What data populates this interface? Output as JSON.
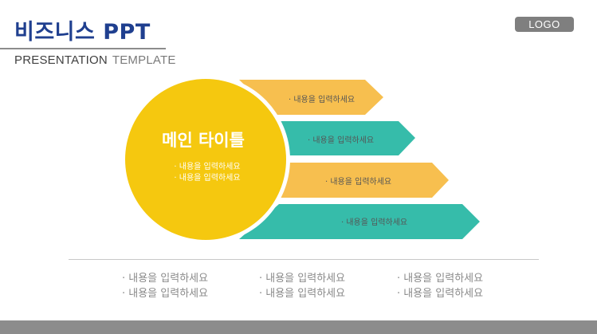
{
  "header": {
    "title": "비즈니스 PPT",
    "subtitle_main": "PRESENTATION",
    "subtitle_light": "TEMPLATE",
    "logo": "LOGO"
  },
  "circle": {
    "title": "메인 타이틀",
    "lines": [
      "· 내용을 입력하세요",
      "· 내용을 입력하세요"
    ]
  },
  "arrows": [
    {
      "label": "· 내용을 입력하세요",
      "color": "#f7bf4f"
    },
    {
      "label": "· 내용을 입력하세요",
      "color": "#36bcaa"
    },
    {
      "label": "· 내용을 입력하세요",
      "color": "#f7bf4f"
    },
    {
      "label": "· 내용을 입력하세요",
      "color": "#36bcaa"
    }
  ],
  "bottom": {
    "columns": [
      [
        "· 내용을 입력하세요",
        "· 내용을 입력하세요"
      ],
      [
        "· 내용을 입력하세요",
        "· 내용을 입력하세요"
      ],
      [
        "· 내용을 입력하세요",
        "· 내용을 입력하세요"
      ]
    ]
  },
  "colors": {
    "title": "#1f3f8f",
    "circle": "#f5c80f",
    "orange": "#f7bf4f",
    "teal": "#36bcaa",
    "gray": "#8c8c8c"
  }
}
